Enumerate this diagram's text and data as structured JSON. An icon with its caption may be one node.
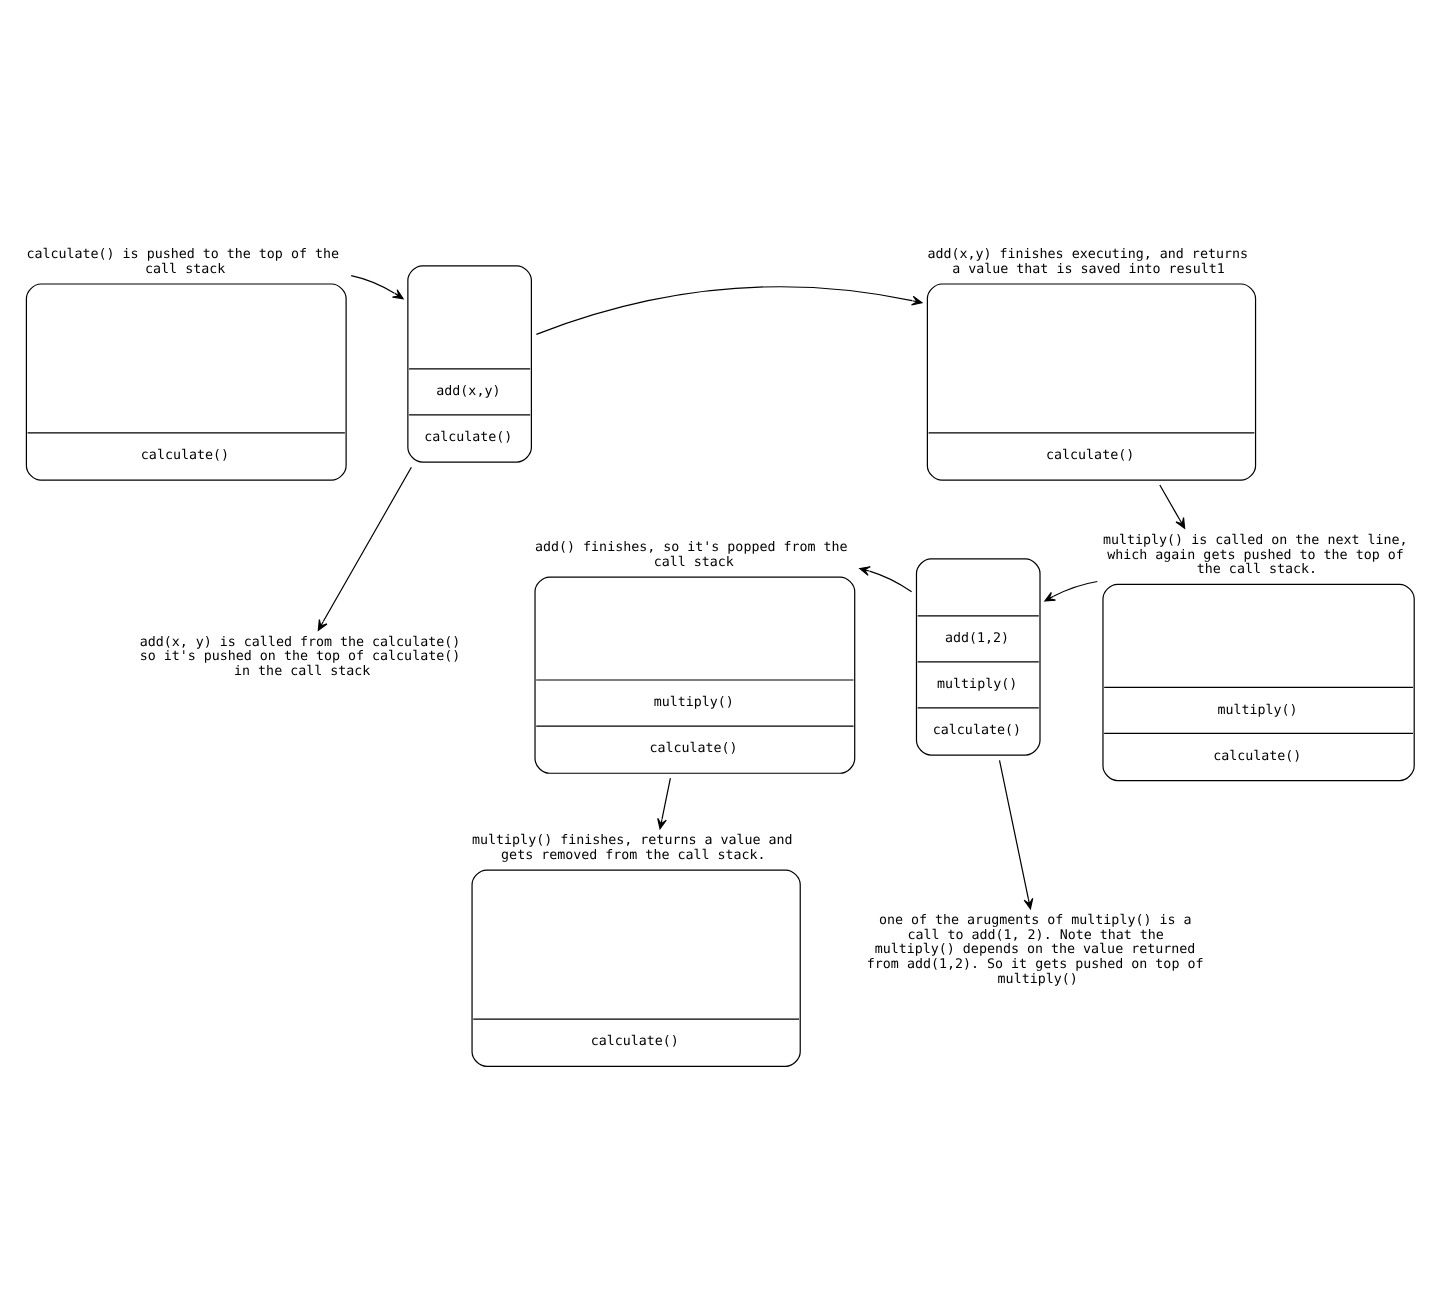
{
  "diagram": {
    "nodes": [
      {
        "text": [
          "calculate()"
        ],
        "beside": [
          "calculate() is pushed to the top of the call stack"
        ]
      },
      {
        "text": [
          "add(x,y)",
          "calculate()"
        ]
      },
      {
        "text": [
          "add(x, y) is called from the calculate() so it's pushed on the top of calculate() in the call stack"
        ]
      },
      {
        "text": [
          "calculate()"
        ],
        "beside": [
          "add(x,y) finishes executing, and returns a value that is saved into result1"
        ]
      },
      {
        "text": [
          "multiply()",
          "calculate()"
        ],
        "beside": [
          "multiply() is called on the next line, which again gets pushed to the top of the call stack."
        ]
      },
      {
        "text": [
          "add(1,2)",
          "multiply()",
          "calculate()"
        ]
      },
      {
        "text": [
          "one of the arugments of multiply() is a call to add(1, 2). Note that the multiply() depends on the value returned from add(1,2). So it gets pushed on top of multiply()"
        ]
      },
      {
        "text": [
          "multiply()",
          "calculate()"
        ],
        "beside": [
          "add() finishes, so it's popped from the call stack"
        ]
      },
      {
        "text": [
          "calculate()"
        ],
        "beside": [
          "multiply() finishes, returns a value and gets removed from the call stack."
        ]
      }
    ],
    "edges": [
      {
        "from": 0,
        "to": 1,
        "arrow": "to"
      },
      {
        "from": 1,
        "to": 3,
        "arrow": "to"
      },
      {
        "from": 1,
        "to": 2,
        "arrow": "to"
      },
      {
        "from": 3,
        "to": 4,
        "arrow": "to"
      },
      {
        "from": 4,
        "to": 5,
        "arrow": "to"
      },
      {
        "from": 5,
        "to": 6,
        "arrow": "to"
      },
      {
        "from": 5,
        "to": 7,
        "arrow": "to"
      },
      {
        "from": 7,
        "to": 8,
        "arrow": "to"
      }
    ]
  }
}
